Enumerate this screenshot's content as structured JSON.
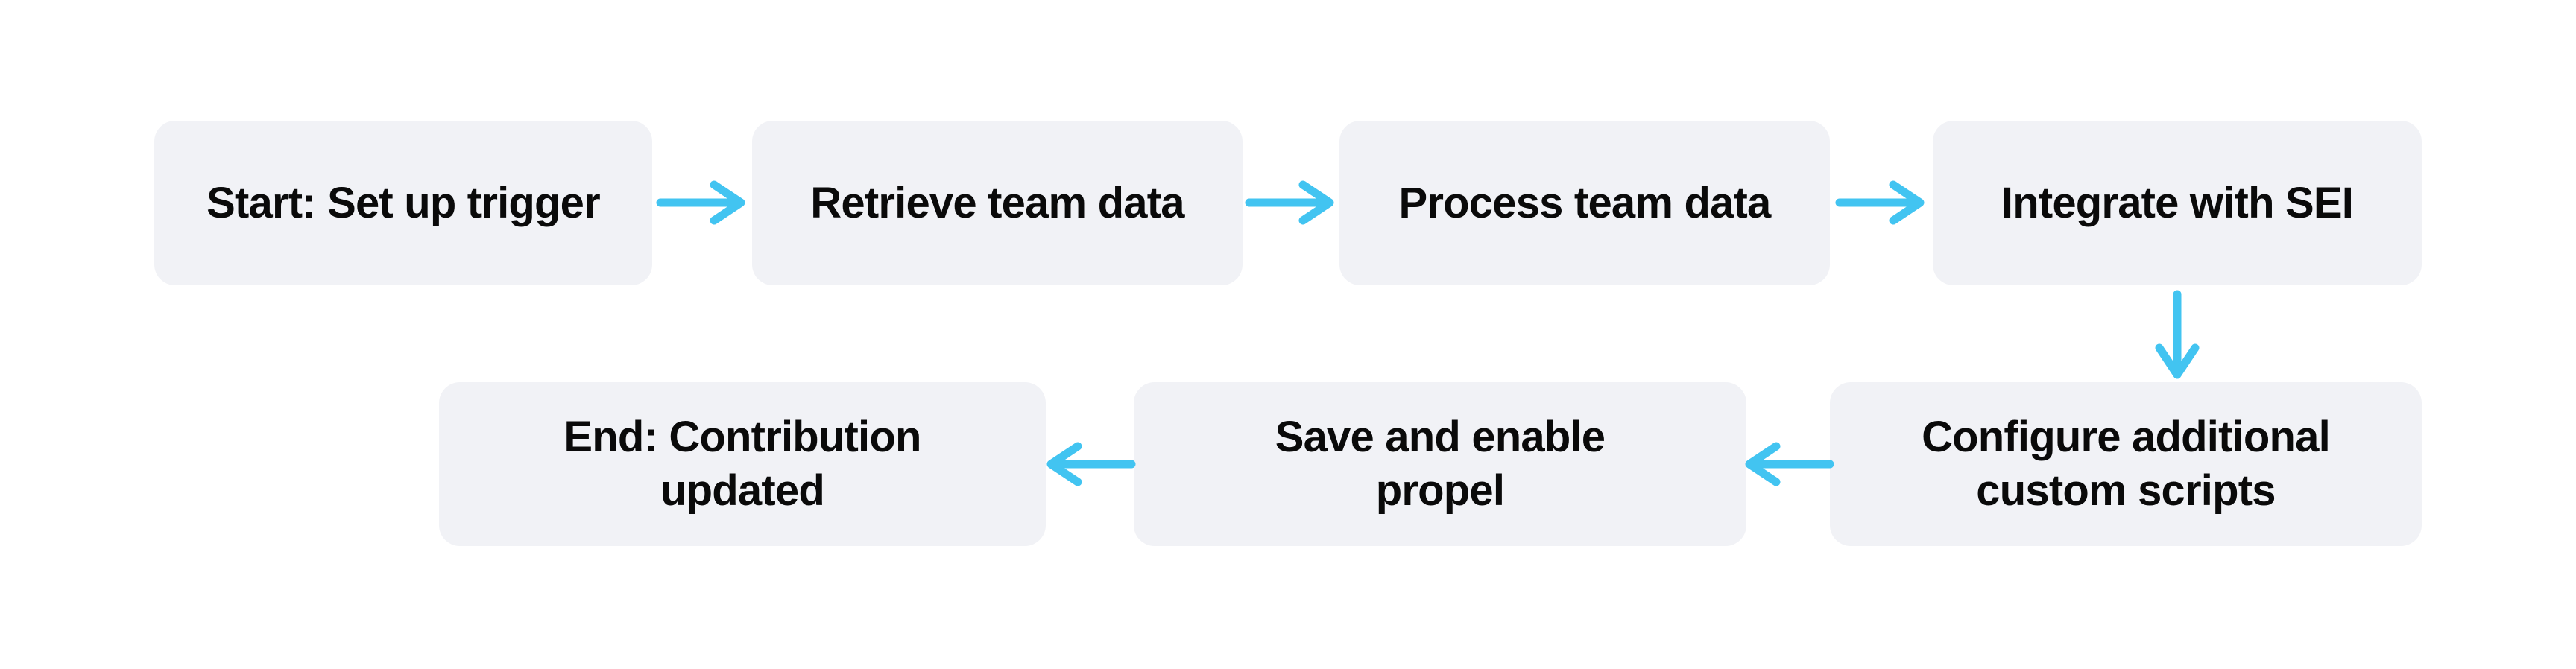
{
  "colors": {
    "background": "#ffffff",
    "node_fill": "#f1f2f6",
    "arrow": "#42c4f1",
    "text": "#0a0a0a"
  },
  "nodes": {
    "start": {
      "label": "Start: Set up trigger"
    },
    "retrieve": {
      "label": "Retrieve team data"
    },
    "process": {
      "label": "Process team data"
    },
    "integrate": {
      "label": "Integrate with SEI"
    },
    "configure": {
      "label": "Configure additional\ncustom scripts"
    },
    "save": {
      "label": "Save and enable\npropel"
    },
    "end": {
      "label": "End: Contribution\nupdated"
    }
  },
  "edges": [
    {
      "from": "start",
      "to": "retrieve",
      "direction": "right"
    },
    {
      "from": "retrieve",
      "to": "process",
      "direction": "right"
    },
    {
      "from": "process",
      "to": "integrate",
      "direction": "right"
    },
    {
      "from": "integrate",
      "to": "configure",
      "direction": "down"
    },
    {
      "from": "configure",
      "to": "save",
      "direction": "left"
    },
    {
      "from": "save",
      "to": "end",
      "direction": "left"
    }
  ]
}
